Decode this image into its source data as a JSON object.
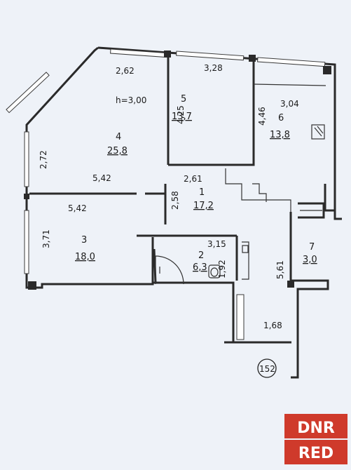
{
  "height_note": "h=3,00",
  "rooms": [
    {
      "num": "1",
      "area": "17,2"
    },
    {
      "num": "2",
      "area": "6,3"
    },
    {
      "num": "3",
      "area": "18,0"
    },
    {
      "num": "4",
      "area": "25,8"
    },
    {
      "num": "5",
      "area": "13,7"
    },
    {
      "num": "6",
      "area": "13,8"
    },
    {
      "num": "7",
      "area": "3,0"
    }
  ],
  "dimensions": {
    "d_2_62": "2,62",
    "d_3_28": "3,28",
    "d_4_25": "4,25",
    "d_3_04": "3,04",
    "d_4_46": "4,46",
    "d_2_72": "2,72",
    "d_5_42_top": "5,42",
    "d_2_61": "2,61",
    "d_2_58": "2,58",
    "d_5_42_bottom": "5,42",
    "d_3_71": "3,71",
    "d_3_15": "3,15",
    "d_1_92": "1,92",
    "d_5_61": "5,61",
    "d_1_68": "1,68"
  },
  "plan_number": "152",
  "watermark": {
    "line1": "DNR",
    "line2": "RED",
    "color": "#cf3a2b"
  }
}
